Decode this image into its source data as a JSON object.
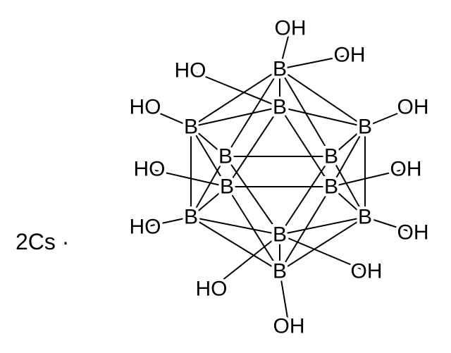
{
  "molecule": {
    "counterion_label": "2Cs ·",
    "boron_label": "B",
    "atoms": [
      "B",
      "B",
      "B",
      "B",
      "B",
      "B",
      "B",
      "B",
      "B",
      "B",
      "B",
      "B"
    ],
    "hydroxyl_labels": [
      "OH",
      "HO",
      "OH",
      "HO",
      "OH",
      "HO",
      "OH",
      "HO",
      "OH",
      "OH",
      "HO",
      "OH"
    ],
    "cage_bonds": [
      [
        0,
        1
      ],
      [
        0,
        2
      ],
      [
        0,
        3
      ],
      [
        0,
        4
      ],
      [
        0,
        5
      ],
      [
        11,
        6
      ],
      [
        11,
        7
      ],
      [
        11,
        8
      ],
      [
        11,
        9
      ],
      [
        11,
        10
      ],
      [
        1,
        3
      ],
      [
        3,
        5
      ],
      [
        5,
        4
      ],
      [
        4,
        2
      ],
      [
        2,
        1
      ],
      [
        6,
        7
      ],
      [
        7,
        9
      ],
      [
        9,
        10
      ],
      [
        10,
        8
      ],
      [
        8,
        6
      ],
      [
        2,
        8
      ],
      [
        2,
        6
      ],
      [
        1,
        6
      ],
      [
        1,
        7
      ],
      [
        3,
        7
      ],
      [
        3,
        9
      ],
      [
        5,
        9
      ],
      [
        5,
        10
      ],
      [
        4,
        10
      ],
      [
        4,
        8
      ]
    ]
  }
}
